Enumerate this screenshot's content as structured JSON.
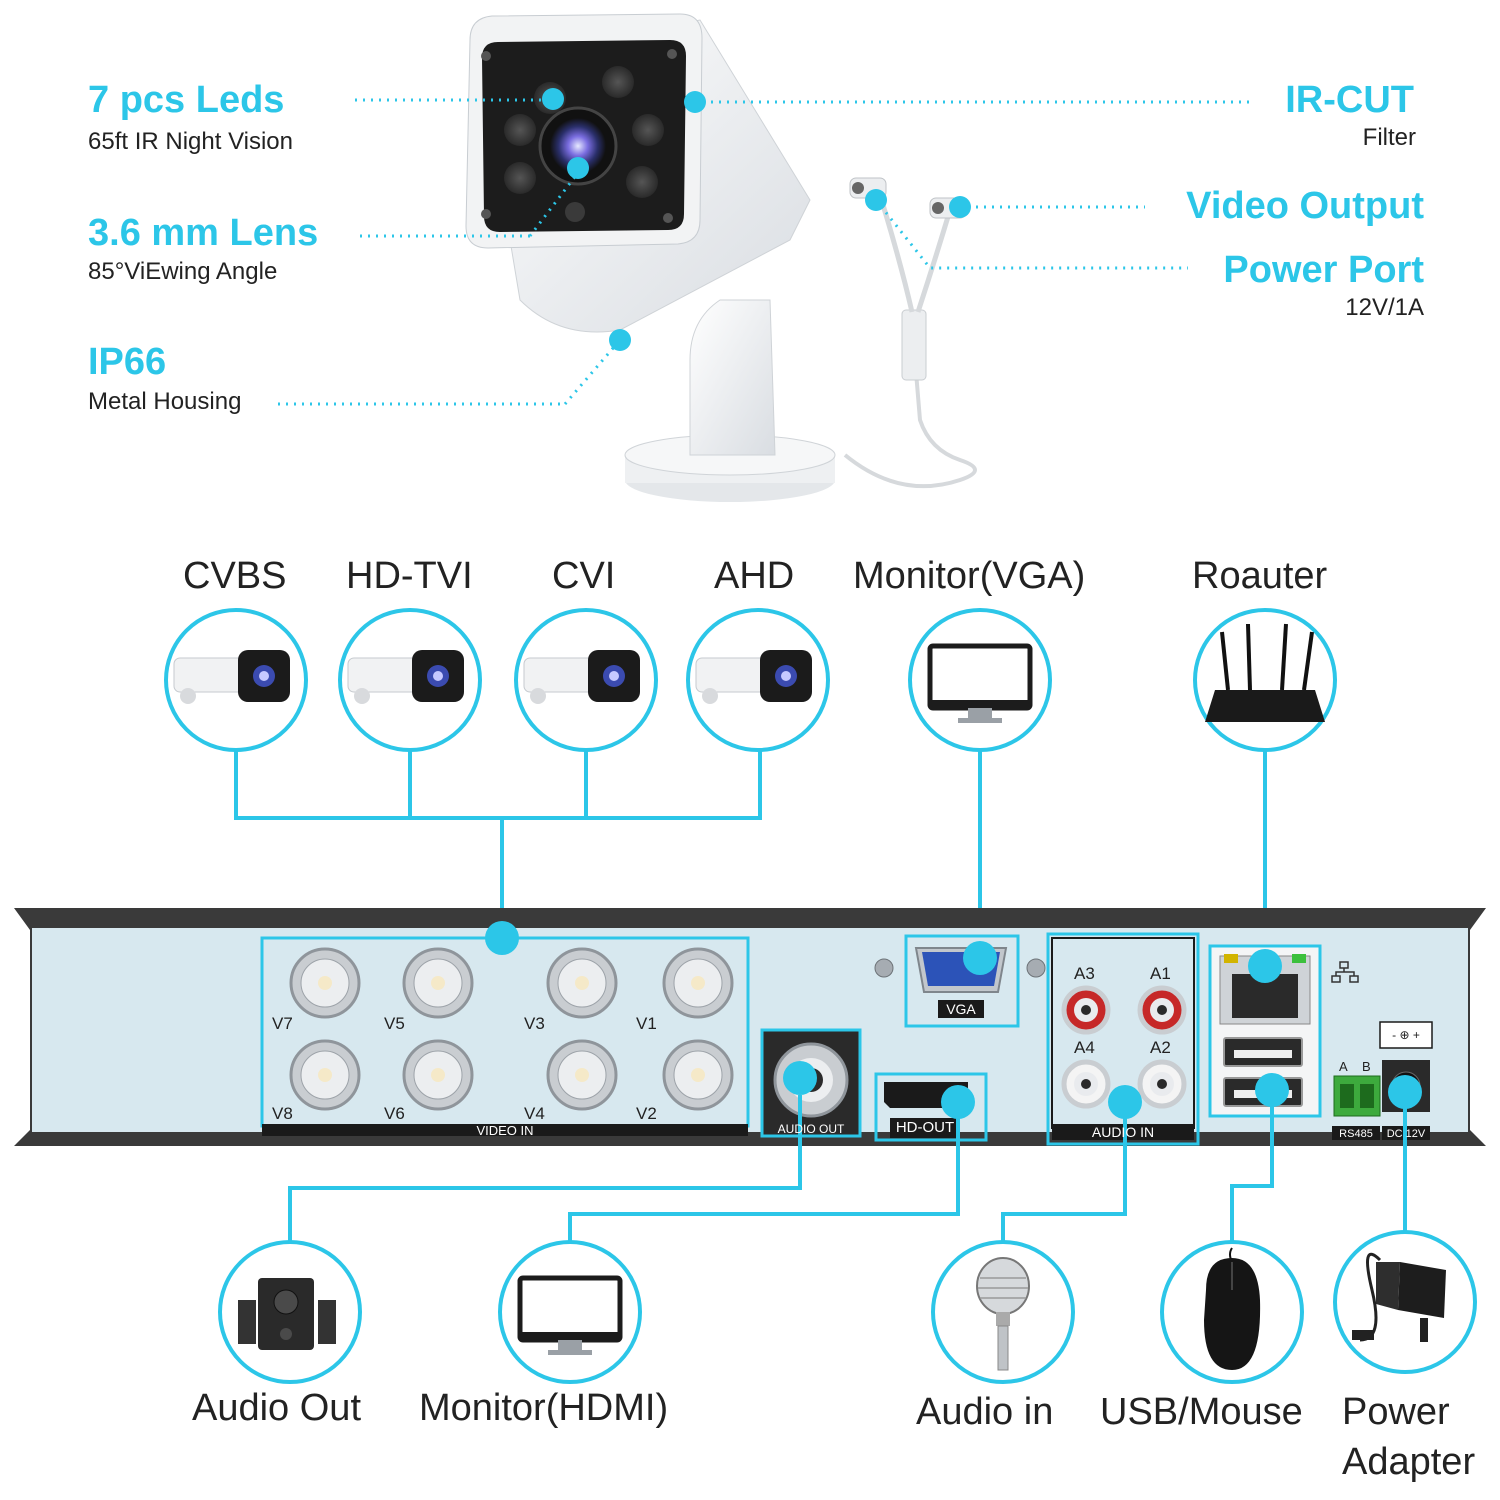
{
  "camera_features": {
    "leds": {
      "title": "7 pcs Leds",
      "sub": "65ft IR Night Vision"
    },
    "lens": {
      "title": "3.6 mm Lens",
      "sub": "85°ViEwing Angle"
    },
    "housing": {
      "title": "IP66",
      "sub": "Metal Housing"
    },
    "ircut": {
      "title": "IR-CUT",
      "sub": "Filter"
    },
    "video_output": {
      "title": "Video Output"
    },
    "power_port": {
      "title": "Power Port",
      "sub": "12V/1A"
    }
  },
  "top_devices": {
    "cvbs": "CVBS",
    "hdtvi": "HD-TVI",
    "cvi": "CVI",
    "ahd": "AHD",
    "monitor_vga": "Monitor(VGA)",
    "router": "Roauter"
  },
  "dvr_panel": {
    "video_in_label": "VIDEO IN",
    "bnc_ports": [
      "V7",
      "V5",
      "V3",
      "V1",
      "V8",
      "V6",
      "V4",
      "V2"
    ],
    "audio_out_label": "AUDIO OUT",
    "hd_out_label": "HD-OUT",
    "vga_label": "VGA",
    "audio_in_label": "AUDIO IN",
    "audio_ports": [
      "A3",
      "A1",
      "A4",
      "A2"
    ],
    "rs485_label": "RS485",
    "rs485_pins": [
      "A",
      "B"
    ],
    "dc_label": "DC 12V",
    "power_symbol": "- ⊕ +"
  },
  "bottom_devices": {
    "audio_out": "Audio Out",
    "monitor_hdmi": "Monitor(HDMI)",
    "audio_in": "Audio in",
    "usb_mouse": "USB/Mouse",
    "power_adapter_1": "Power",
    "power_adapter_2": "Adapter"
  },
  "colors": {
    "accent": "#2cc6e8",
    "panel": "#d7e8ef",
    "frame": "#333333"
  }
}
